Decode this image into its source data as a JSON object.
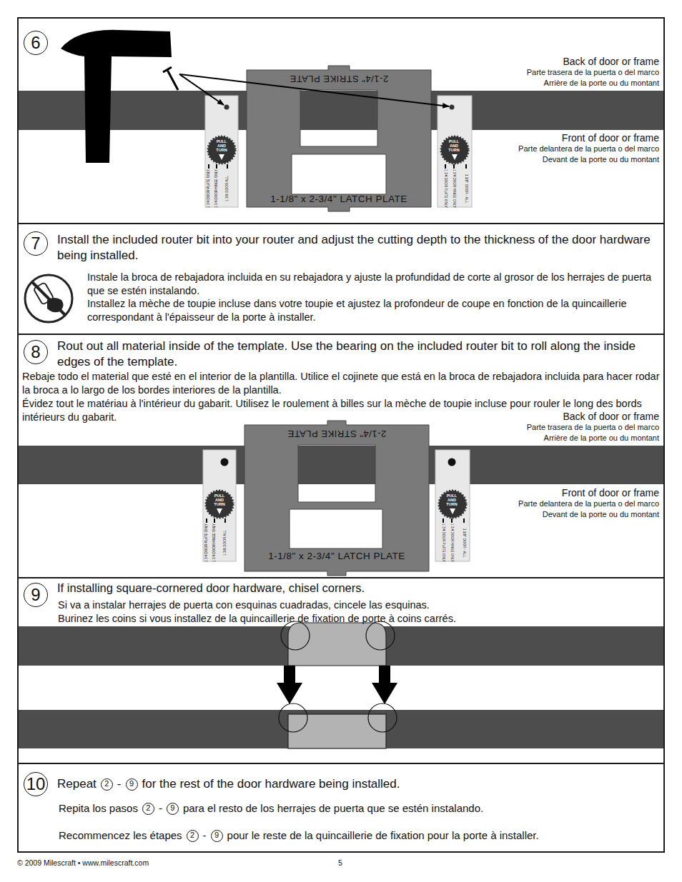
{
  "diagram": {
    "nodes": [
      {
        "text": [
          "Back of door or frame",
          "Parte trasera de la puerta o del marco",
          "Arrière de la porte ou du montant",
          "Front of door or frame",
          "Parte delantera de la puerta o del marco",
          "Devant de la porte ou du montant"
        ]
      },
      {
        "text": [
          "6"
        ],
        "in": 0
      },
      {
        "text": [
          "2-1/4\" STRIKE PLATE",
          "1-1/8\" x 2-3/4\" LATCH PLATE"
        ],
        "in": 0
      },
      {
        "text": [
          "PULL AND TURN",
          "1 3/4 DOOR PLATE ONLY",
          "1 3/4 DOOR HINGE ONLY",
          "1 3/8 DOOR ALL"
        ],
        "in": 0
      },
      {
        "text": [
          "PULL AND TURN",
          "1 3/4 DOOR PLATE ONLY",
          "1 3/4 DOOR HINGE ONLY",
          "1 3/8\" DOOR - ALL"
        ],
        "in": 0
      },
      {
        "text": [
          "Install the included router bit into your router and adjust the cutting depth to the thickness of the door hardware being installed.",
          "Instale la broca de rebajadora incluida en su rebajadora y ajuste la profundidad de corte al grosor de los herrajes de puerta que se estén instalando.",
          "Installez la mèche de toupie incluse dans votre toupie et ajustez la profondeur de coupe en fonction de la quincaillerie correspondant à l'épaisseur de la porte à installer."
        ]
      },
      {
        "text": [
          "7"
        ],
        "in": 5
      },
      {
        "text": [
          "Rout out all material inside of the template. Use the bearing on the included router bit to roll along the inside edges of the template.",
          "Rebaje todo el material que esté en el interior de la plantilla. Utilice el cojinete que está en la broca de rebajadora incluida para hacer rodar la broca a lo largo de los bordes interiores de la plantilla.",
          "Évidez tout le matériau à l'intérieur du gabarit. Utilisez le roulement à billes sur la mèche de toupie incluse pour rouler le long des bords intérieurs du gabarit.",
          "Back of door or frame",
          "Parte trasera de la puerta o del marco",
          "Arrière de la porte ou du montant",
          "Front of door or frame",
          "Parte delantera de la puerta o del marco",
          "Devant de la porte ou du montant"
        ]
      },
      {
        "text": [
          "8"
        ],
        "in": 7
      },
      {
        "text": [
          "2-1/4\" STRIKE PLATE",
          "1-1/8\" x 2-3/4\" LATCH PLATE"
        ],
        "in": 7
      },
      {
        "text": [
          "PULL AND TURN",
          "1 3/4 DOOR PLATE ONLY",
          "1 3/4 DOOR HINGE ONLY",
          "1 3/8 DOOR ALL"
        ],
        "in": 7
      },
      {
        "text": [
          "PULL AND TURN",
          "1 3/4 DOOR PLATE ONLY",
          "1 3/4 DOOR HINGE ONLY",
          "1 3/8\" DOOR - ALL"
        ],
        "in": 7
      },
      {
        "text": [
          "If installing square-cornered door hardware, chisel corners.",
          "Si va a instalar herrajes de puerta con esquinas cuadradas, cincele las esquinas.",
          "Burinez les coins si vous installez de la quincaillerie de fixation de porte à coins carrés."
        ]
      },
      {
        "text": [
          "9"
        ],
        "in": 12
      },
      {
        "text": [
          "Repeat",
          "for the rest of the door hardware being installed.",
          "Repita los pasos",
          "para el resto de los herrajes de puerta que se estén instalando.",
          "Recommencez les étapes",
          "pour le reste de la quincaillerie de fixation pour la porte à installer."
        ]
      },
      {
        "text": [
          "10"
        ],
        "in": 14
      },
      {
        "text": [
          "2"
        ],
        "in": 14
      },
      {
        "text": [
          "9"
        ],
        "in": 14
      },
      {
        "text": [
          "2"
        ],
        "in": 14
      },
      {
        "text": [
          "9"
        ],
        "in": 14
      },
      {
        "text": [
          "2"
        ],
        "in": 14
      },
      {
        "text": [
          "9"
        ],
        "in": 14
      }
    ],
    "labels": [
      "-",
      "-",
      "-",
      "© 2009 Milescraft • www.milescraft.com",
      "5"
    ]
  }
}
